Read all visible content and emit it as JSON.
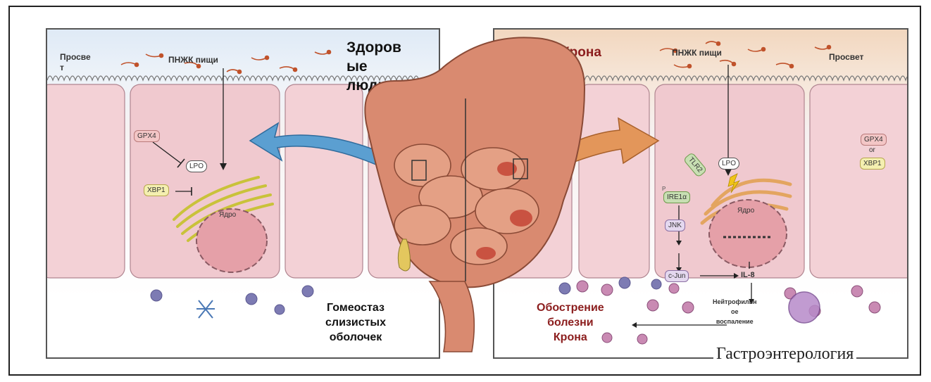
{
  "left": {
    "lumen_label": "Просве\nт",
    "pufa_label": "ПНЖК пищи",
    "title": "Здоров\nые\nлюди",
    "gpx4": "GPX4",
    "lpo": "LPO",
    "xbp1": "XBP1",
    "nucleus": "Ядро",
    "caption": "Гомеостаз\nслизистых\nоболочек"
  },
  "right": {
    "title": "Болезнь Крона",
    "pufa_label": "ПНЖК пищи",
    "lumen_label": "Просвет",
    "gpx4": "GPX4",
    "or": "or",
    "xbp1": "XBP1",
    "tlr2": "TLR2",
    "lpo": "LPO",
    "ire1a": "IRE1α",
    "jnk": "JNK",
    "cjun": "c-Jun",
    "nucleus": "Ядро",
    "il8": "IL-8",
    "neutrophil": "Нейтрофильн\nое\nвоспаление",
    "caption": "Обострение\nболезни\nКрона",
    "p": "P"
  },
  "source": "Гастроэнтерология",
  "colors": {
    "healthy_arrow": "#5b9fd1",
    "disease_arrow": "#e3965a",
    "disease_title": "#8b1d1d",
    "cell": "#f3d1d6",
    "intestine": "#d98a70"
  }
}
